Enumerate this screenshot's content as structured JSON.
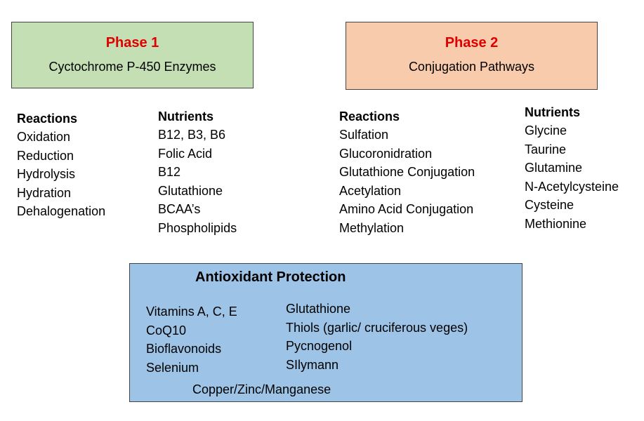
{
  "phase1": {
    "title": "Phase 1",
    "subtitle": "Cyctochrome P-450 Enzymes",
    "reactions_label": "Reactions",
    "reactions": [
      "Oxidation",
      "Reduction",
      "Hydrolysis",
      "Hydration",
      "Dehalogenation"
    ],
    "nutrients_label": "Nutrients",
    "nutrients": [
      "B12, B3, B6",
      "Folic Acid",
      "B12",
      "Glutathione",
      "BCAA’s",
      "Phospholipids"
    ]
  },
  "phase2": {
    "title": "Phase 2",
    "subtitle": "Conjugation Pathways",
    "reactions_label": "Reactions",
    "reactions": [
      "Sulfation",
      "Glucoronidration",
      "Glutathione Conjugation",
      "Acetylation",
      "Amino Acid Conjugation",
      "Methylation"
    ],
    "nutrients_label": "Nutrients",
    "nutrients": [
      "Glycine",
      "Taurine",
      "Glutamine",
      "N-Acetylcysteine",
      "Cysteine",
      "Methionine"
    ]
  },
  "antioxidant": {
    "title": "Antioxidant Protection",
    "left_items": [
      "Vitamins A, C, E",
      "CoQ10",
      "Bioflavonoids",
      "Selenium"
    ],
    "right_items": [
      "Glutathione",
      "Thiols (garlic/ cruciferous veges)",
      "Pycnogenol",
      "SIlymann"
    ],
    "footer": "Copper/Zinc/Manganese"
  },
  "colors": {
    "phase1_bg": "#c4dfb3",
    "phase2_bg": "#f8cbad",
    "antioxidant_bg": "#9dc3e6",
    "phase_title": "#e00000"
  }
}
